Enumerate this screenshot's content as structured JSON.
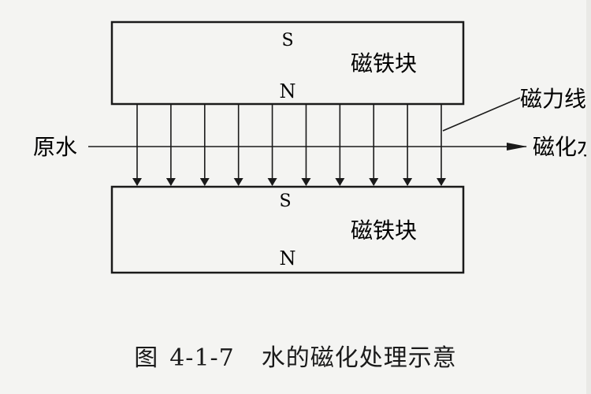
{
  "diagram": {
    "top_block": {
      "pole_top": "S",
      "pole_bottom": "N",
      "label": "磁铁块"
    },
    "bottom_block": {
      "pole_top": "S",
      "pole_bottom": "N",
      "label": "磁铁块"
    },
    "field_line_label": "磁力线",
    "inflow_label": "原水",
    "outflow_label": "磁化水",
    "field_line_count": 10
  },
  "caption": {
    "figure_word": "图",
    "figure_number": "4-1-7",
    "title": "水的磁化处理示意"
  },
  "colors": {
    "ink": "#1a1a1a",
    "paper": "#f4f4f2"
  }
}
